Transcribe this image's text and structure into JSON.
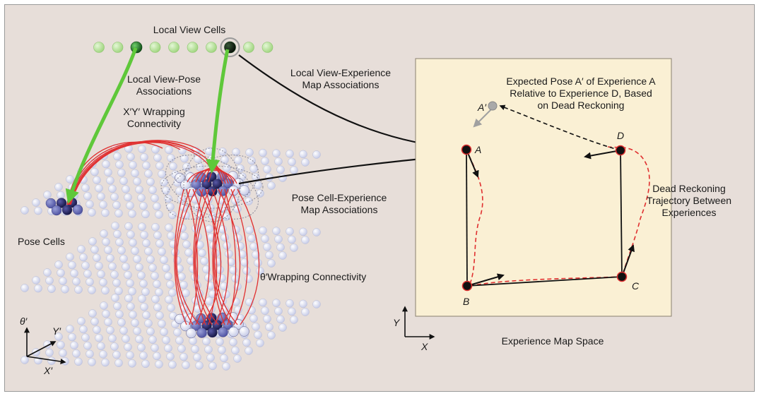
{
  "labels": {
    "local_view_cells": "Local View Cells",
    "lv_pose_assoc_1": "Local View-Pose",
    "lv_pose_assoc_2": "Associations",
    "xy_wrap_1": "X′Y′ Wrapping",
    "xy_wrap_2": "Connectivity",
    "lv_exp_assoc_1": "Local View-Experience",
    "lv_exp_assoc_2": "Map Associations",
    "pose_cells": "Pose Cells",
    "pc_exp_assoc_1": "Pose Cell-Experience",
    "pc_exp_assoc_2": "Map Associations",
    "theta_wrap": "θ′Wrapping Connectivity",
    "expected_pose_1": "Expected Pose A′ of Experience A",
    "expected_pose_2": "Relative to Experience D, Based",
    "expected_pose_3": "on Dead Reckoning",
    "dead_reckoning_1": "Dead Reckoning",
    "dead_reckoning_2": "Trajectory Between",
    "dead_reckoning_3": "Experiences",
    "exp_map_space": "Experience Map Space"
  },
  "axes": {
    "theta": "θ′",
    "y_prime": "Y′",
    "x_prime": "X′",
    "map_y": "Y",
    "map_x": "X"
  },
  "experiences": {
    "a_prime": "A′",
    "a": "A",
    "b": "B",
    "c": "C",
    "d": "D"
  },
  "colors": {
    "background": "#e7ded9",
    "map_panel": "#faf0d4",
    "green_arrow": "#5fc83a",
    "wrap_red": "#e03030",
    "sphere_light": "#d8dcef",
    "sphere_active": "#2a2a6e",
    "view_cell_light": "#b5e39a",
    "view_cell_dark": "#1e7a2a"
  }
}
